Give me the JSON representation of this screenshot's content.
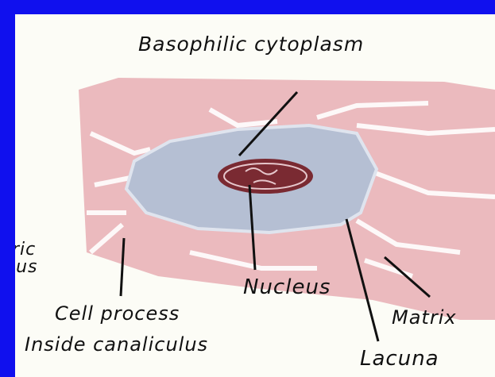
{
  "labels": {
    "basophilic": "Basophilic cytoplasm",
    "nucleus": "Nucleus",
    "matrix": "Matrix",
    "lacuna": "Lacuna",
    "cell_process_1": "Cell process",
    "cell_process_2": "Inside canaliculus",
    "left_cut_1": "ric",
    "left_cut_2": "lus"
  },
  "colors": {
    "border": "#1010ee",
    "matrix": "#e9b2b8",
    "cytoplasm": "#b5bfd3",
    "nucleus": "#7a2a32",
    "line": "#111111"
  }
}
